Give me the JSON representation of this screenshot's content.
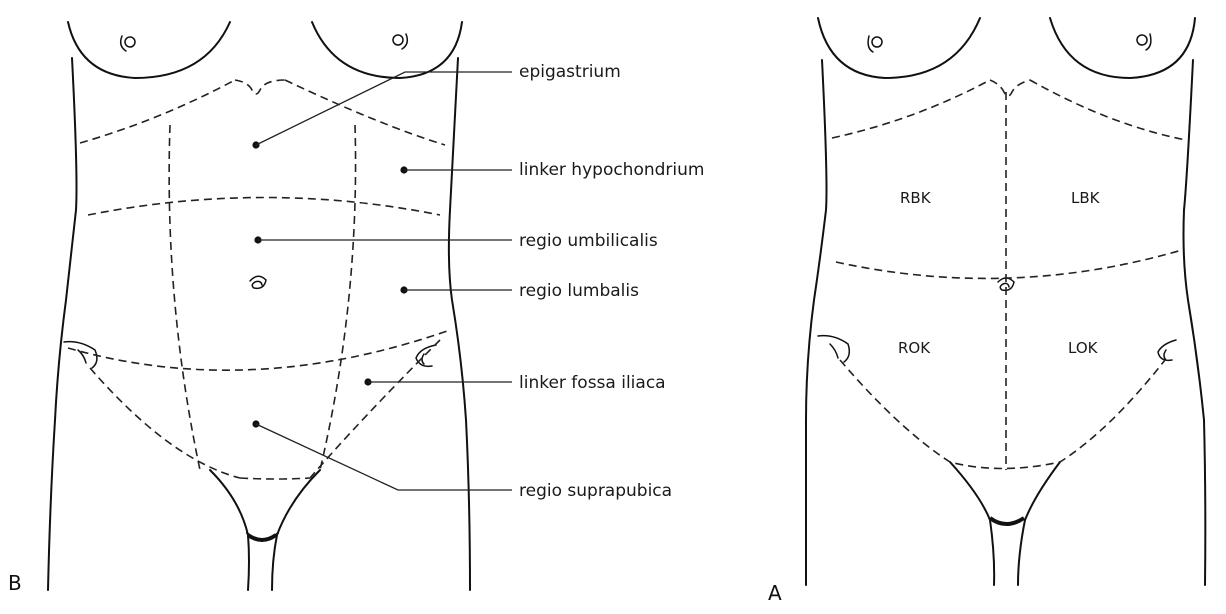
{
  "panels": {
    "b": {
      "letter": "B",
      "labels": {
        "epigastrium": "epigastrium",
        "left_hypochondrium": "linker hypochondrium",
        "umbilical": "regio umbilicalis",
        "lumbar": "regio lumbalis",
        "left_iliac_fossa": "linker fossa iliaca",
        "suprapubic": "regio suprapubica"
      }
    },
    "a": {
      "letter": "A",
      "quadrants": {
        "right_upper": "RBK",
        "left_upper": "LBK",
        "right_lower": "ROK",
        "left_lower": "LOK"
      }
    }
  }
}
